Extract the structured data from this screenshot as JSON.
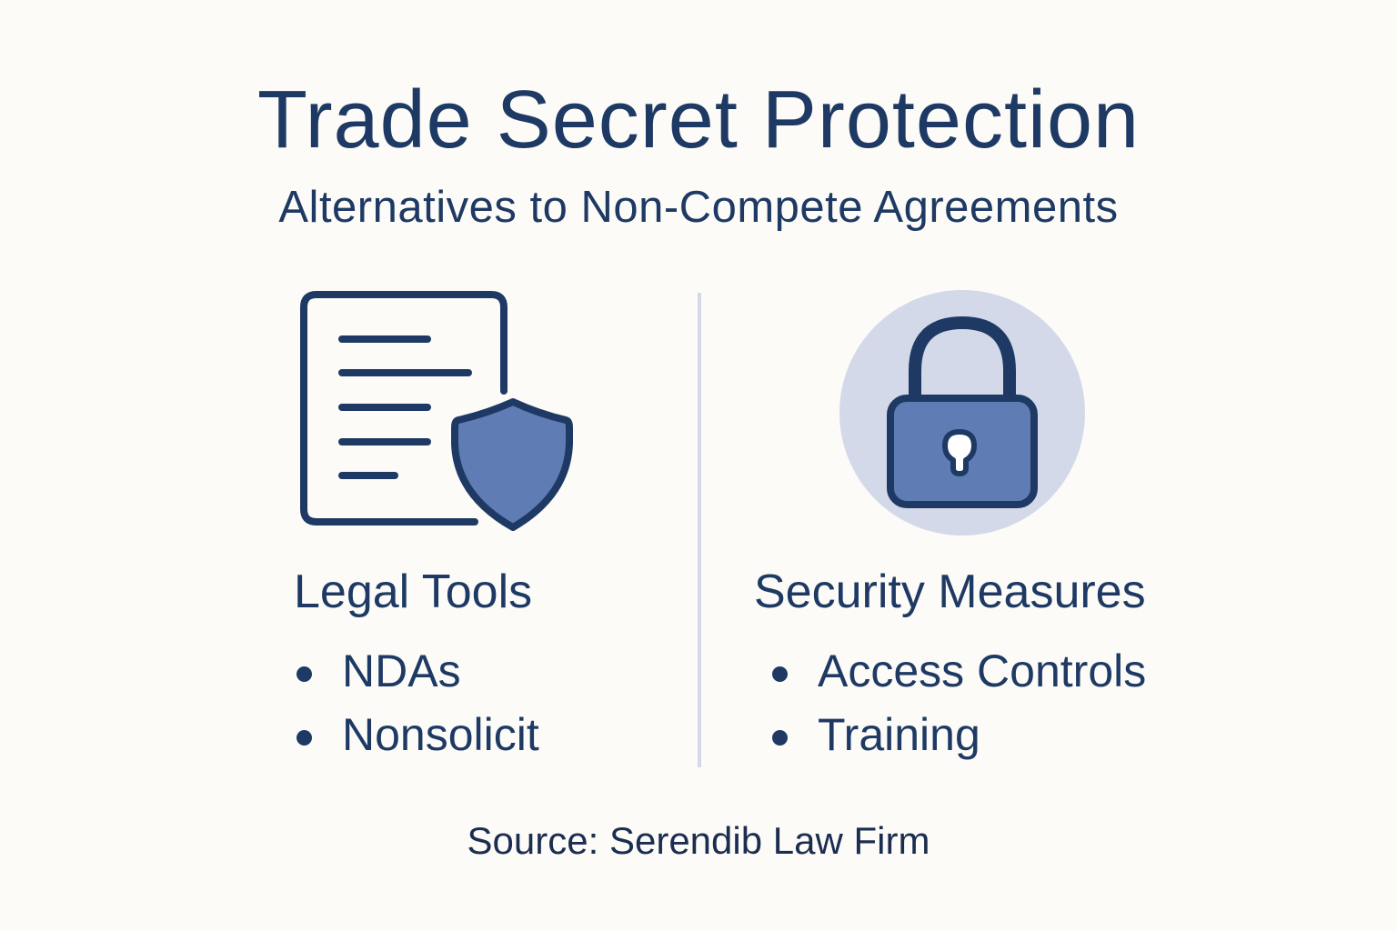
{
  "header": {
    "title": "Trade Secret Protection",
    "subtitle": "Alternatives to Non-Compete Agreements"
  },
  "columns": [
    {
      "icon": "document-shield-icon",
      "heading": "Legal Tools",
      "items": [
        "NDAs",
        "Nonsolicit"
      ]
    },
    {
      "icon": "padlock-icon",
      "heading": "Security Measures",
      "items": [
        "Access Controls",
        "Training"
      ]
    }
  ],
  "footer": {
    "source": "Source: Serendib Law Firm"
  },
  "colors": {
    "background": "#fcfbf7",
    "text": "#1e3a64",
    "icon_fill": "#5f7db4",
    "icon_circle": "#d3d9e8",
    "divider": "#d3d9e8"
  }
}
